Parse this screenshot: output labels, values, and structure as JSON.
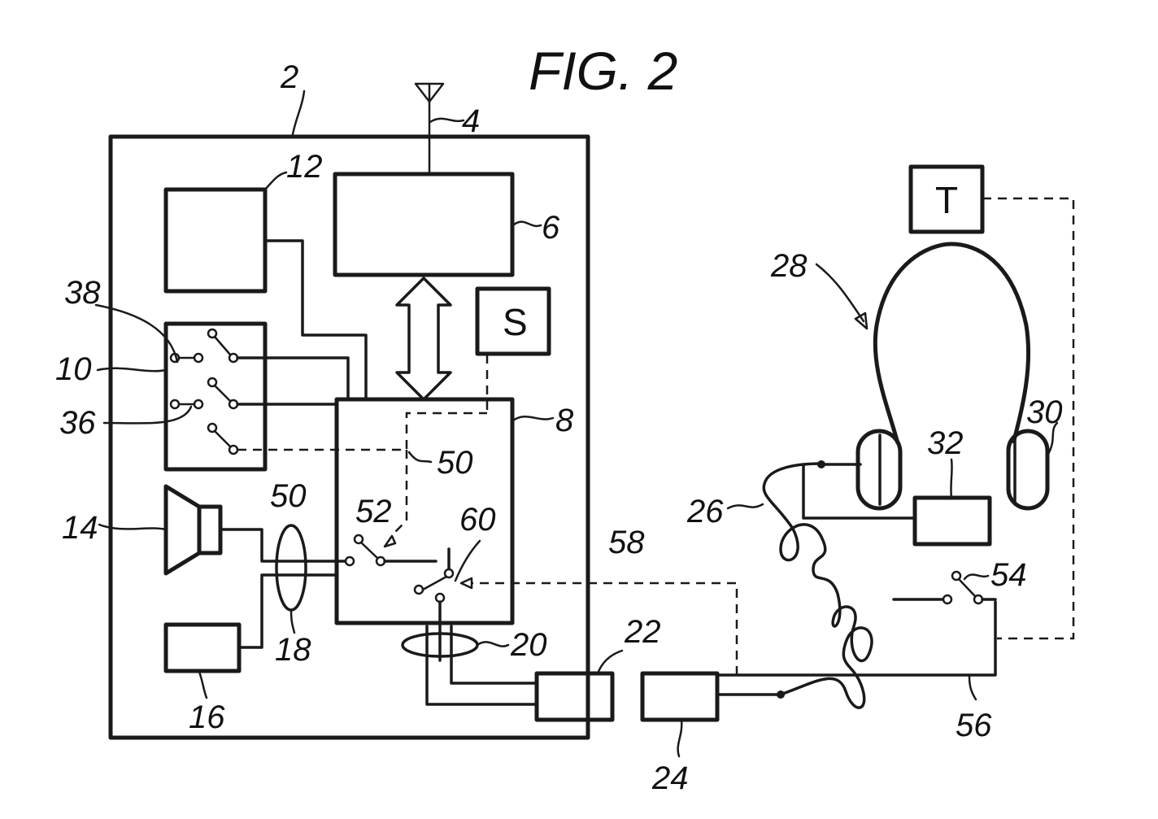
{
  "figure": {
    "title": "FIG. 2"
  },
  "labels": {
    "device": "2",
    "antenna": "4",
    "transceiver": "6",
    "controller": "8",
    "keypad": "10",
    "display": "12",
    "speaker": "14",
    "microphone": "16",
    "bus_internal": "18",
    "bus_connector": "20",
    "connector_device": "22",
    "connector_cable": "24",
    "cable": "26",
    "headset": "28",
    "earpiece": "30",
    "headset_mic": "32",
    "key_36": "36",
    "key_38": "38",
    "line_50_a": "50",
    "line_50_b": "50",
    "switch_52": "52",
    "switch_54": "54",
    "line_56": "56",
    "line_58": "58",
    "switch_60": "60"
  },
  "boxes": {
    "s_label": "S",
    "t_label": "T"
  }
}
